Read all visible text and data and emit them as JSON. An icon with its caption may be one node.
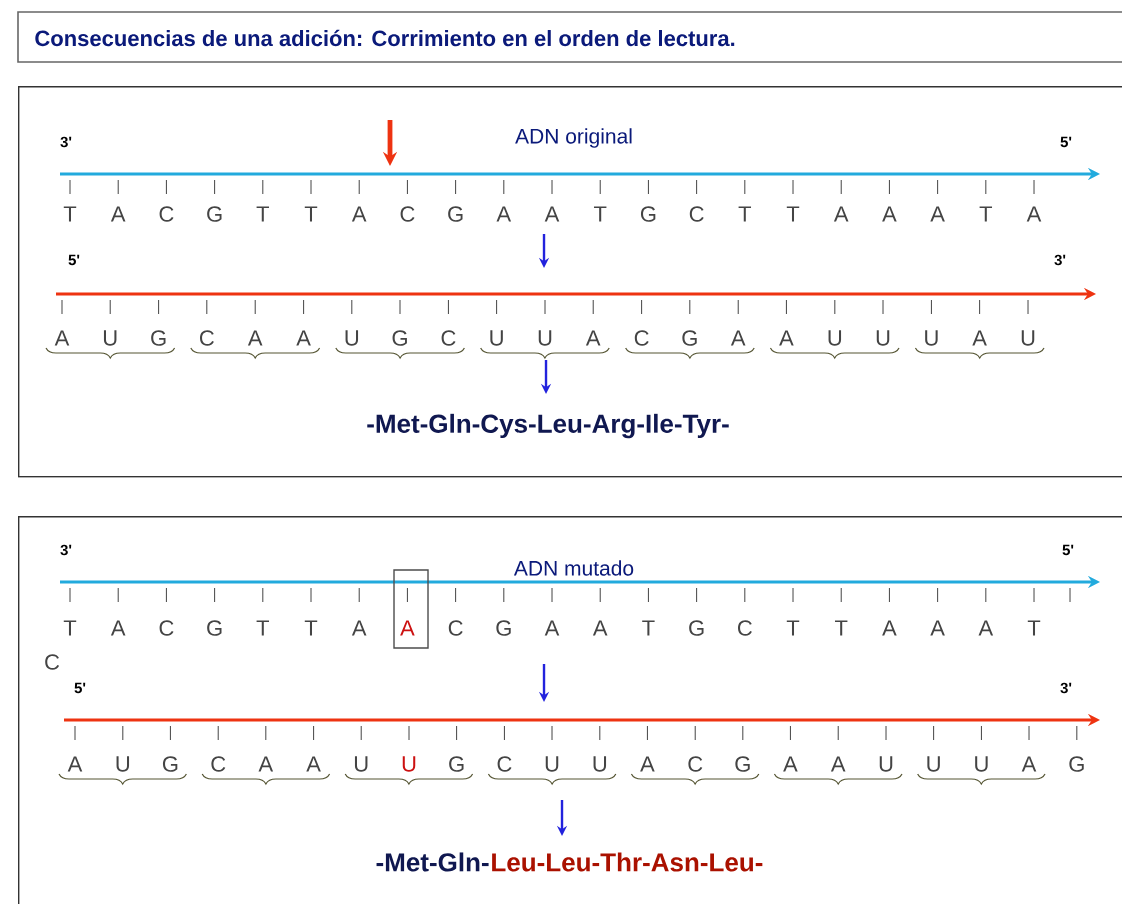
{
  "diagram": {
    "title": "Consecuencias de una adición:  Corrimiento en el orden de lectura.",
    "nodes": [
      {
        "text": [
          "ADN original"
        ]
      },
      {
        "text": [
          "ADN mutado"
        ]
      }
    ],
    "labels": [
      "3'",
      "5'",
      "T",
      "A",
      "C",
      "G",
      "T",
      "T",
      "A",
      "C",
      "G",
      "A",
      "A",
      "T",
      "G",
      "C",
      "T",
      "T",
      "A",
      "A",
      "A",
      "T",
      "A",
      "5'",
      "3'",
      "A",
      "U",
      "G",
      "C",
      "A",
      "A",
      "U",
      "G",
      "C",
      "U",
      "U",
      "A",
      "C",
      "G",
      "A",
      "A",
      "U",
      "U",
      "U",
      "A",
      "U",
      "-Met-Gln-Cys-Leu-Arg-Ile-Tyr-",
      "3'",
      "5'",
      "T",
      "A",
      "C",
      "G",
      "T",
      "T",
      "A",
      "A",
      "C",
      "G",
      "A",
      "A",
      "T",
      "G",
      "C",
      "T",
      "T",
      "A",
      "A",
      "A",
      "T",
      "C",
      "5'",
      "3'",
      "A",
      "U",
      "G",
      "C",
      "A",
      "A",
      "U",
      "U",
      "G",
      "C",
      "U",
      "U",
      "A",
      "C",
      "G",
      "A",
      "A",
      "U",
      "U",
      "U",
      "A",
      "G",
      "-Met-Gln-",
      "Leu-Leu-Thr-Asn-Leu-"
    ]
  }
}
